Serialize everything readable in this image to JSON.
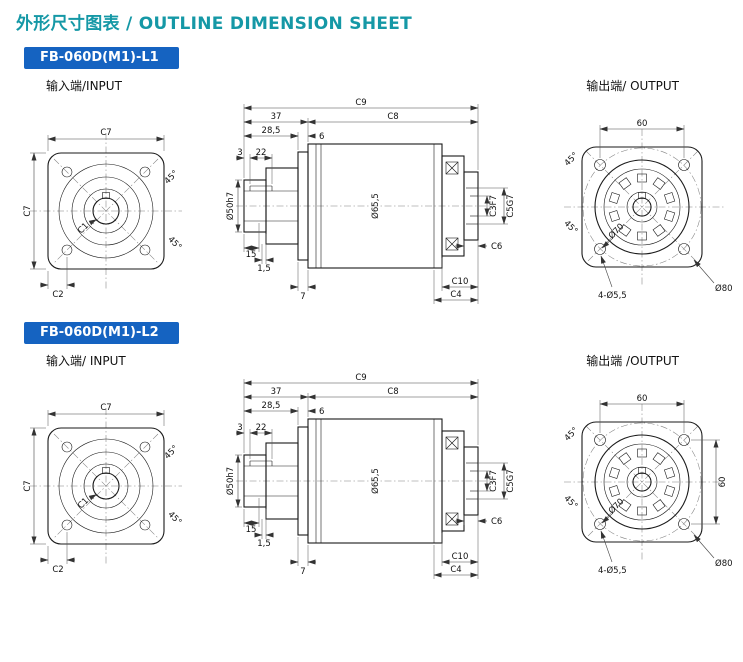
{
  "page": {
    "title": "外形尺寸图表 / OUTLINE DIMENSION SHEET"
  },
  "colors": {
    "title": "#1598a6",
    "badge_bg": "#1563c1",
    "line": "#1a1a1a"
  },
  "sections": [
    {
      "badge": "FB-060D(M1)-L1",
      "input_label": "输入端/INPUT",
      "output_label": "输出端/ OUTPUT",
      "input_view": {
        "c7_top": "C7",
        "c7_left": "C7",
        "c2": "C2",
        "c1": "C1",
        "angle_a": "45°",
        "angle_b": "45°"
      },
      "side_view": {
        "c9": "C9",
        "c8": "C8",
        "len37": "37",
        "len28_5": "28,5",
        "len6": "6",
        "len3": "3",
        "len22": "22",
        "len15": "15",
        "len1_5": "1,5",
        "len7": "7",
        "shaft_dia": "Ø50h7",
        "body_dia": "Ø65,5",
        "c3": "C3F7",
        "c5": "C5G7",
        "c6": "C6",
        "c10": "C10",
        "c4": "C4"
      },
      "output_view": {
        "width60": "60",
        "angle_a": "45°",
        "angle_b": "45°",
        "bolt_circle": "Ø70",
        "body_dia": "Ø80",
        "holes": "4-Ø5,5"
      }
    },
    {
      "badge": "FB-060D(M1)-L2",
      "input_label": "输入端/ INPUT",
      "output_label": "输出端 /OUTPUT",
      "input_view": {
        "c7_top": "C7",
        "c7_left": "C7",
        "c2": "C2",
        "c1": "C1",
        "angle_a": "45°",
        "angle_b": "45°"
      },
      "side_view": {
        "c9": "C9",
        "c8": "C8",
        "len37": "37",
        "len28_5": "28,5",
        "len6": "6",
        "len3": "3",
        "len22": "22",
        "len15": "15",
        "len1_5": "1,5",
        "len7": "7",
        "shaft_dia": "Ø50h7",
        "body_dia": "Ø65,5",
        "c3": "C3F7",
        "c5": "C5G7",
        "c6": "C6",
        "c10": "C10",
        "c4": "C4"
      },
      "output_view": {
        "width60": "60",
        "height60": "60",
        "angle_a": "45°",
        "angle_b": "45°",
        "bolt_circle": "Ø70",
        "body_dia": "Ø80",
        "holes": "4-Ø5,5"
      }
    }
  ]
}
